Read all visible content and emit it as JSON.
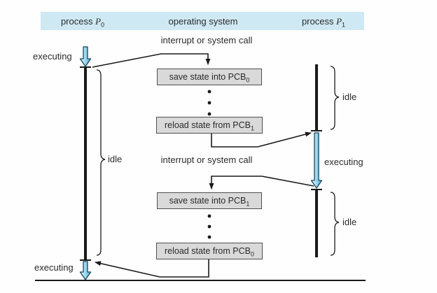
{
  "header": {
    "col_p0": {
      "prefix": "process ",
      "symbol": "P",
      "sub": "0"
    },
    "col_os": {
      "label": "operating system"
    },
    "col_p1": {
      "prefix": "process ",
      "symbol": "P",
      "sub": "1"
    }
  },
  "events": {
    "interrupt_top": "interrupt or system call",
    "interrupt_bottom": "interrupt or system call"
  },
  "boxes": [
    {
      "text": "save state into PCB",
      "sub": "0"
    },
    {
      "text": "reload state from PCB",
      "sub": "1"
    },
    {
      "text": "save state into PCB",
      "sub": "1"
    },
    {
      "text": "reload state from PCB",
      "sub": "0"
    }
  ],
  "states": {
    "p0_executing_top": "executing",
    "p0_idle": "idle",
    "p0_executing_bottom": "executing",
    "p1_idle_top": "idle",
    "p1_executing": "executing",
    "p1_idle_bottom": "idle"
  },
  "colors": {
    "header_bg": "#cfe9f4",
    "box_bg": "#d9d9d9",
    "box_border": "#4f4f4f",
    "arrow_fill": "#45b4e0",
    "arrow_fill_light": "#f2fafd",
    "arrow_stroke": "#17455f",
    "line": "#1a1a1a",
    "text": "#2a2a2a"
  }
}
